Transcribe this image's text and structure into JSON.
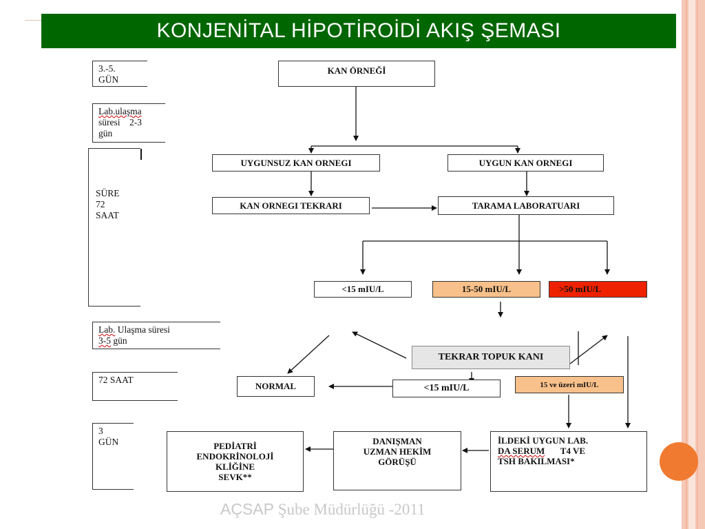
{
  "title": "KONJENİTAL HİPOTİROİDİ AKIŞ ŞEMASI",
  "colors": {
    "title_bg": "#006600",
    "accent_orange": "#f07a30",
    "range_mid": "#f8c08a",
    "range_high": "#ee2200"
  },
  "side_labels": {
    "day_3_5": [
      "3.-5.",
      "GÜN"
    ],
    "lab_arrival_1": {
      "underlined": "Lab.ulaşma",
      "rest": [
        "süresi    2-3",
        "gün"
      ]
    },
    "duration_72": [
      "SÜRE",
      "72",
      "SAAT"
    ],
    "lab_arrival_2": {
      "underlined": "Lab.",
      "rest_first": " Ulaşma süresi",
      "underlined_2": "3-5",
      "rest_second": " gün"
    },
    "hours_72": "72 SAAT",
    "day_3": [
      "3",
      "GÜN"
    ]
  },
  "nodes": {
    "blood_sample": "KAN ÖRNEĞİ",
    "unsuitable_sample": "UYGUNSUZ KAN ORNEGI",
    "suitable_sample": "UYGUN KAN ORNEGI",
    "repeat_sample": "KAN ORNEGI TEKRARI",
    "screening_lab": "TARAMA LABORATUARI",
    "range_low": "<15 mIU/L",
    "range_mid": "15-50 mIU/L",
    "range_high": ">50 mIU/L",
    "repeat_heel": "TEKRAR TOPUK KANI",
    "normal": "NORMAL",
    "retest_low": "<15 mIU/L",
    "retest_high": "15 ve üzeri mIU/L",
    "pediatric_referral": [
      "PEDİATRİ",
      "ENDOKRİNOLOJİ",
      "KLİĞİNE",
      "SEVK**"
    ],
    "consultant": [
      "DANIŞMAN",
      "UZMAN HEKİM",
      "GÖRÜŞÜ"
    ],
    "serum_test": {
      "line1": "İLDEKİ UYGUN LAB.",
      "line2_underlined": "DA SERUM",
      "line2_rest": "       T4 VE",
      "line3": "TSH  BAKILMASI*"
    }
  },
  "footer": {
    "part1": "AÇSAP",
    "part2": " Şube Müdürlüğü -2011"
  }
}
